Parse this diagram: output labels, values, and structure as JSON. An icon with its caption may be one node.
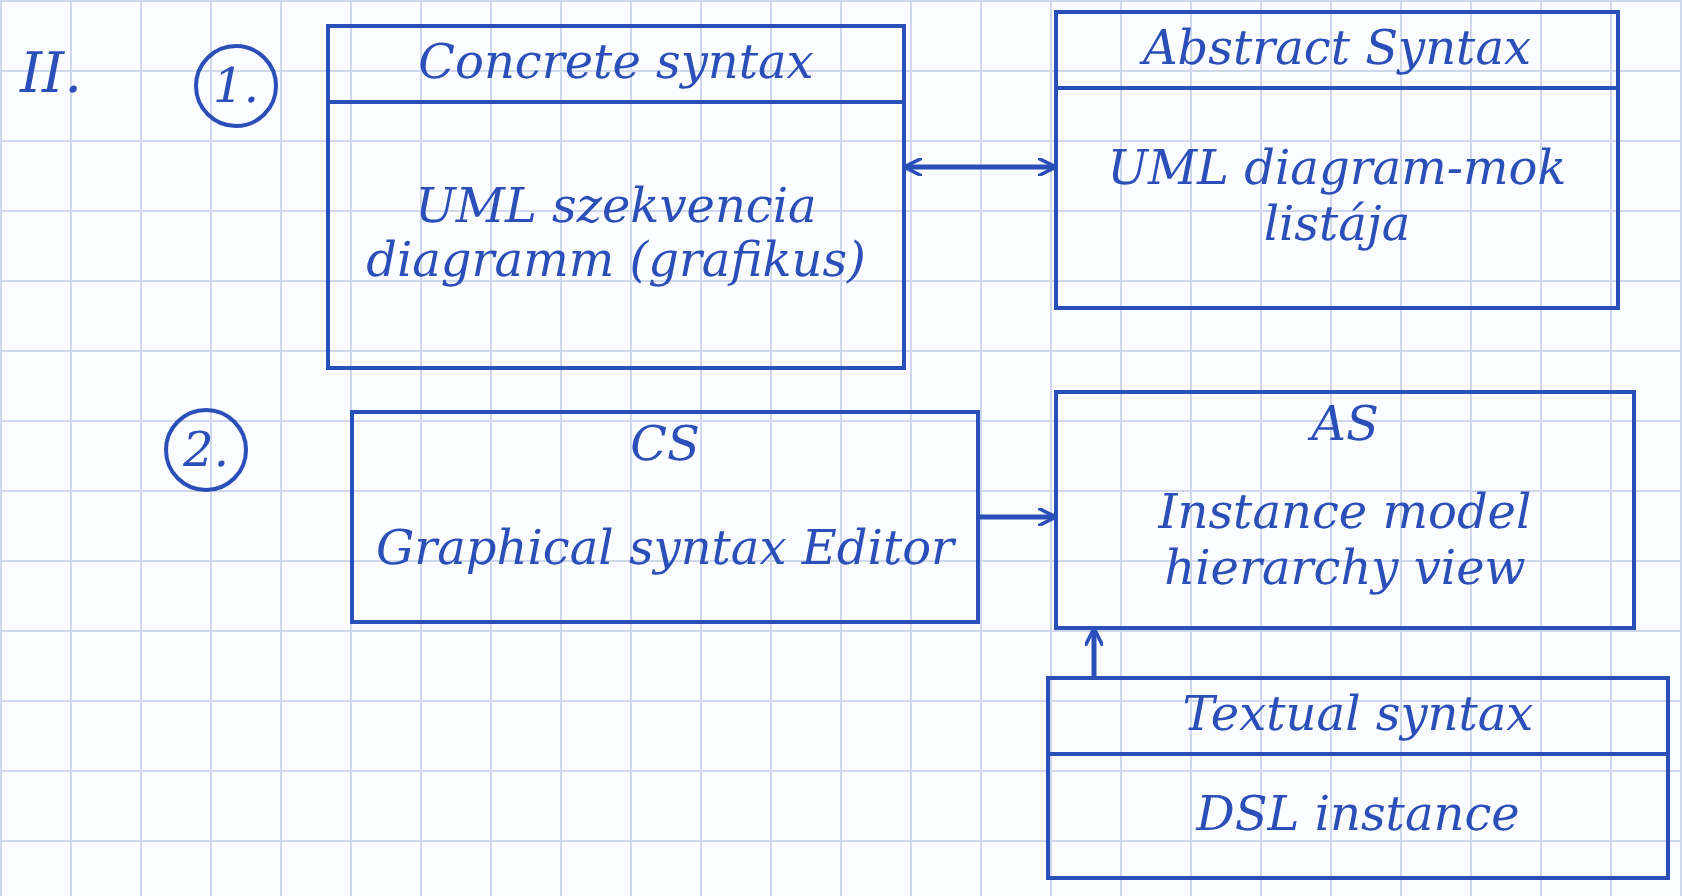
{
  "diagram": {
    "nodes": [
      {
        "text": [
          "1."
        ]
      },
      {
        "text": [
          "Concrete syntax",
          "UML szekvencia diagramm (grafikus)"
        ]
      },
      {
        "text": [
          "Abstract Syntax",
          "UML diagram-mok listája"
        ]
      },
      {
        "text": [
          "2."
        ]
      },
      {
        "text": [
          "CS",
          "Graphical syntax Editor"
        ]
      },
      {
        "text": [
          "AS",
          "Instance model hierarchy view"
        ]
      },
      {
        "text": [
          "Textual syntax",
          "DSL instance"
        ]
      }
    ],
    "edges": [
      {
        "from": 1,
        "to": 2,
        "arrow": "both"
      },
      {
        "from": 4,
        "to": 5,
        "arrow": "to"
      },
      {
        "from": 6,
        "to": 5,
        "arrow": "to"
      }
    ],
    "labels": [
      "II."
    ]
  }
}
